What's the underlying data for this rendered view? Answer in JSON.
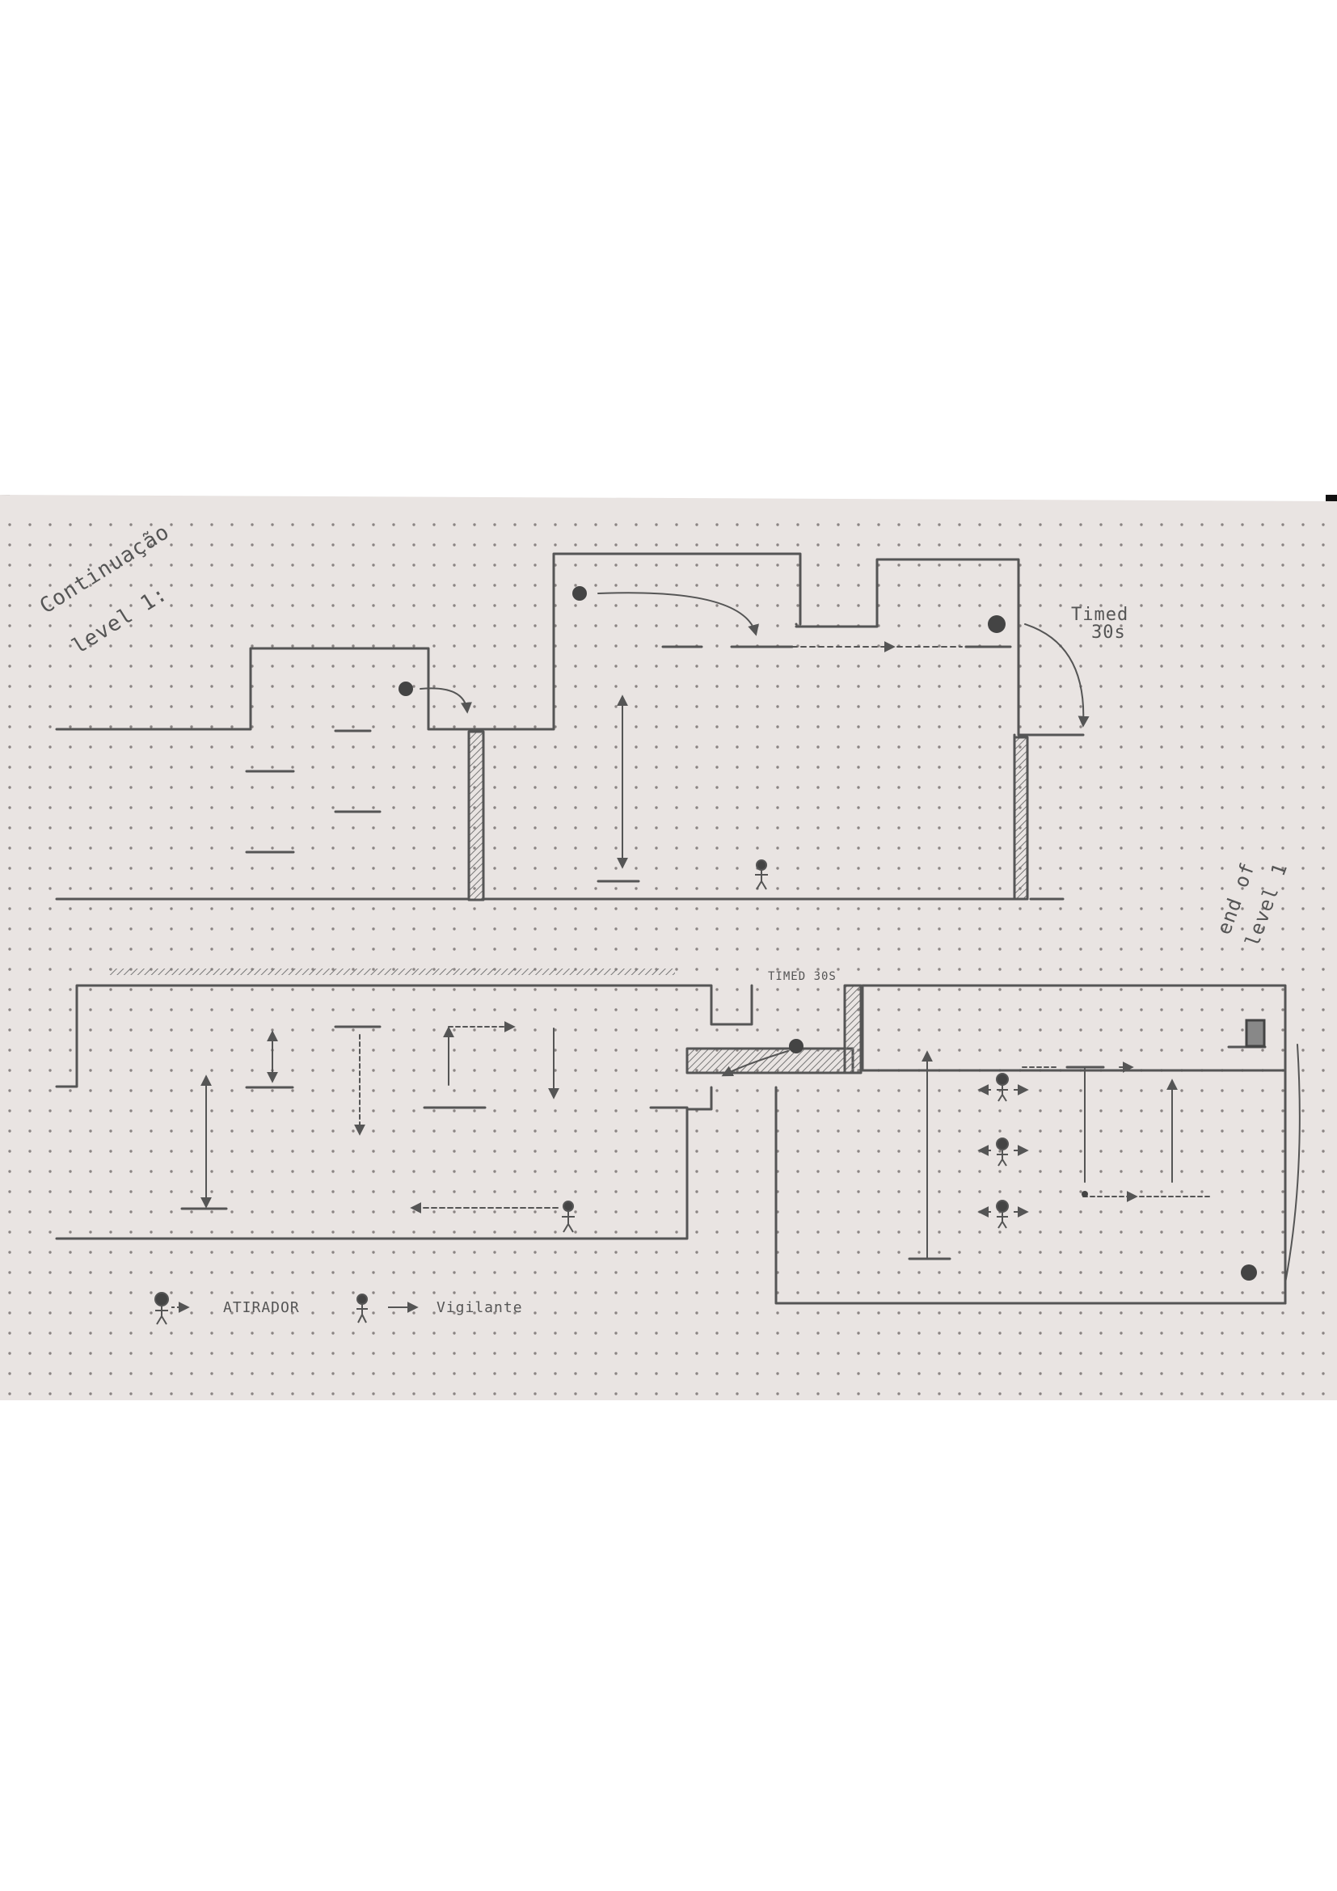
{
  "notes": {
    "continuation": "Continuação",
    "level": "level 1:",
    "timed_top_line1": "Timed",
    "timed_top_line2": "30s",
    "timed_middle": "TIMED 30S",
    "end_line1": "end of",
    "end_line2": "level 1"
  },
  "legend": {
    "shooter": "ATIRADOR",
    "guard": "Vigilante"
  },
  "colors": {
    "paper": "#e9e4e2",
    "dots": "#8a8483",
    "pencil": "#555555",
    "background": "#ffffff",
    "sheet_edge": "#111111"
  }
}
